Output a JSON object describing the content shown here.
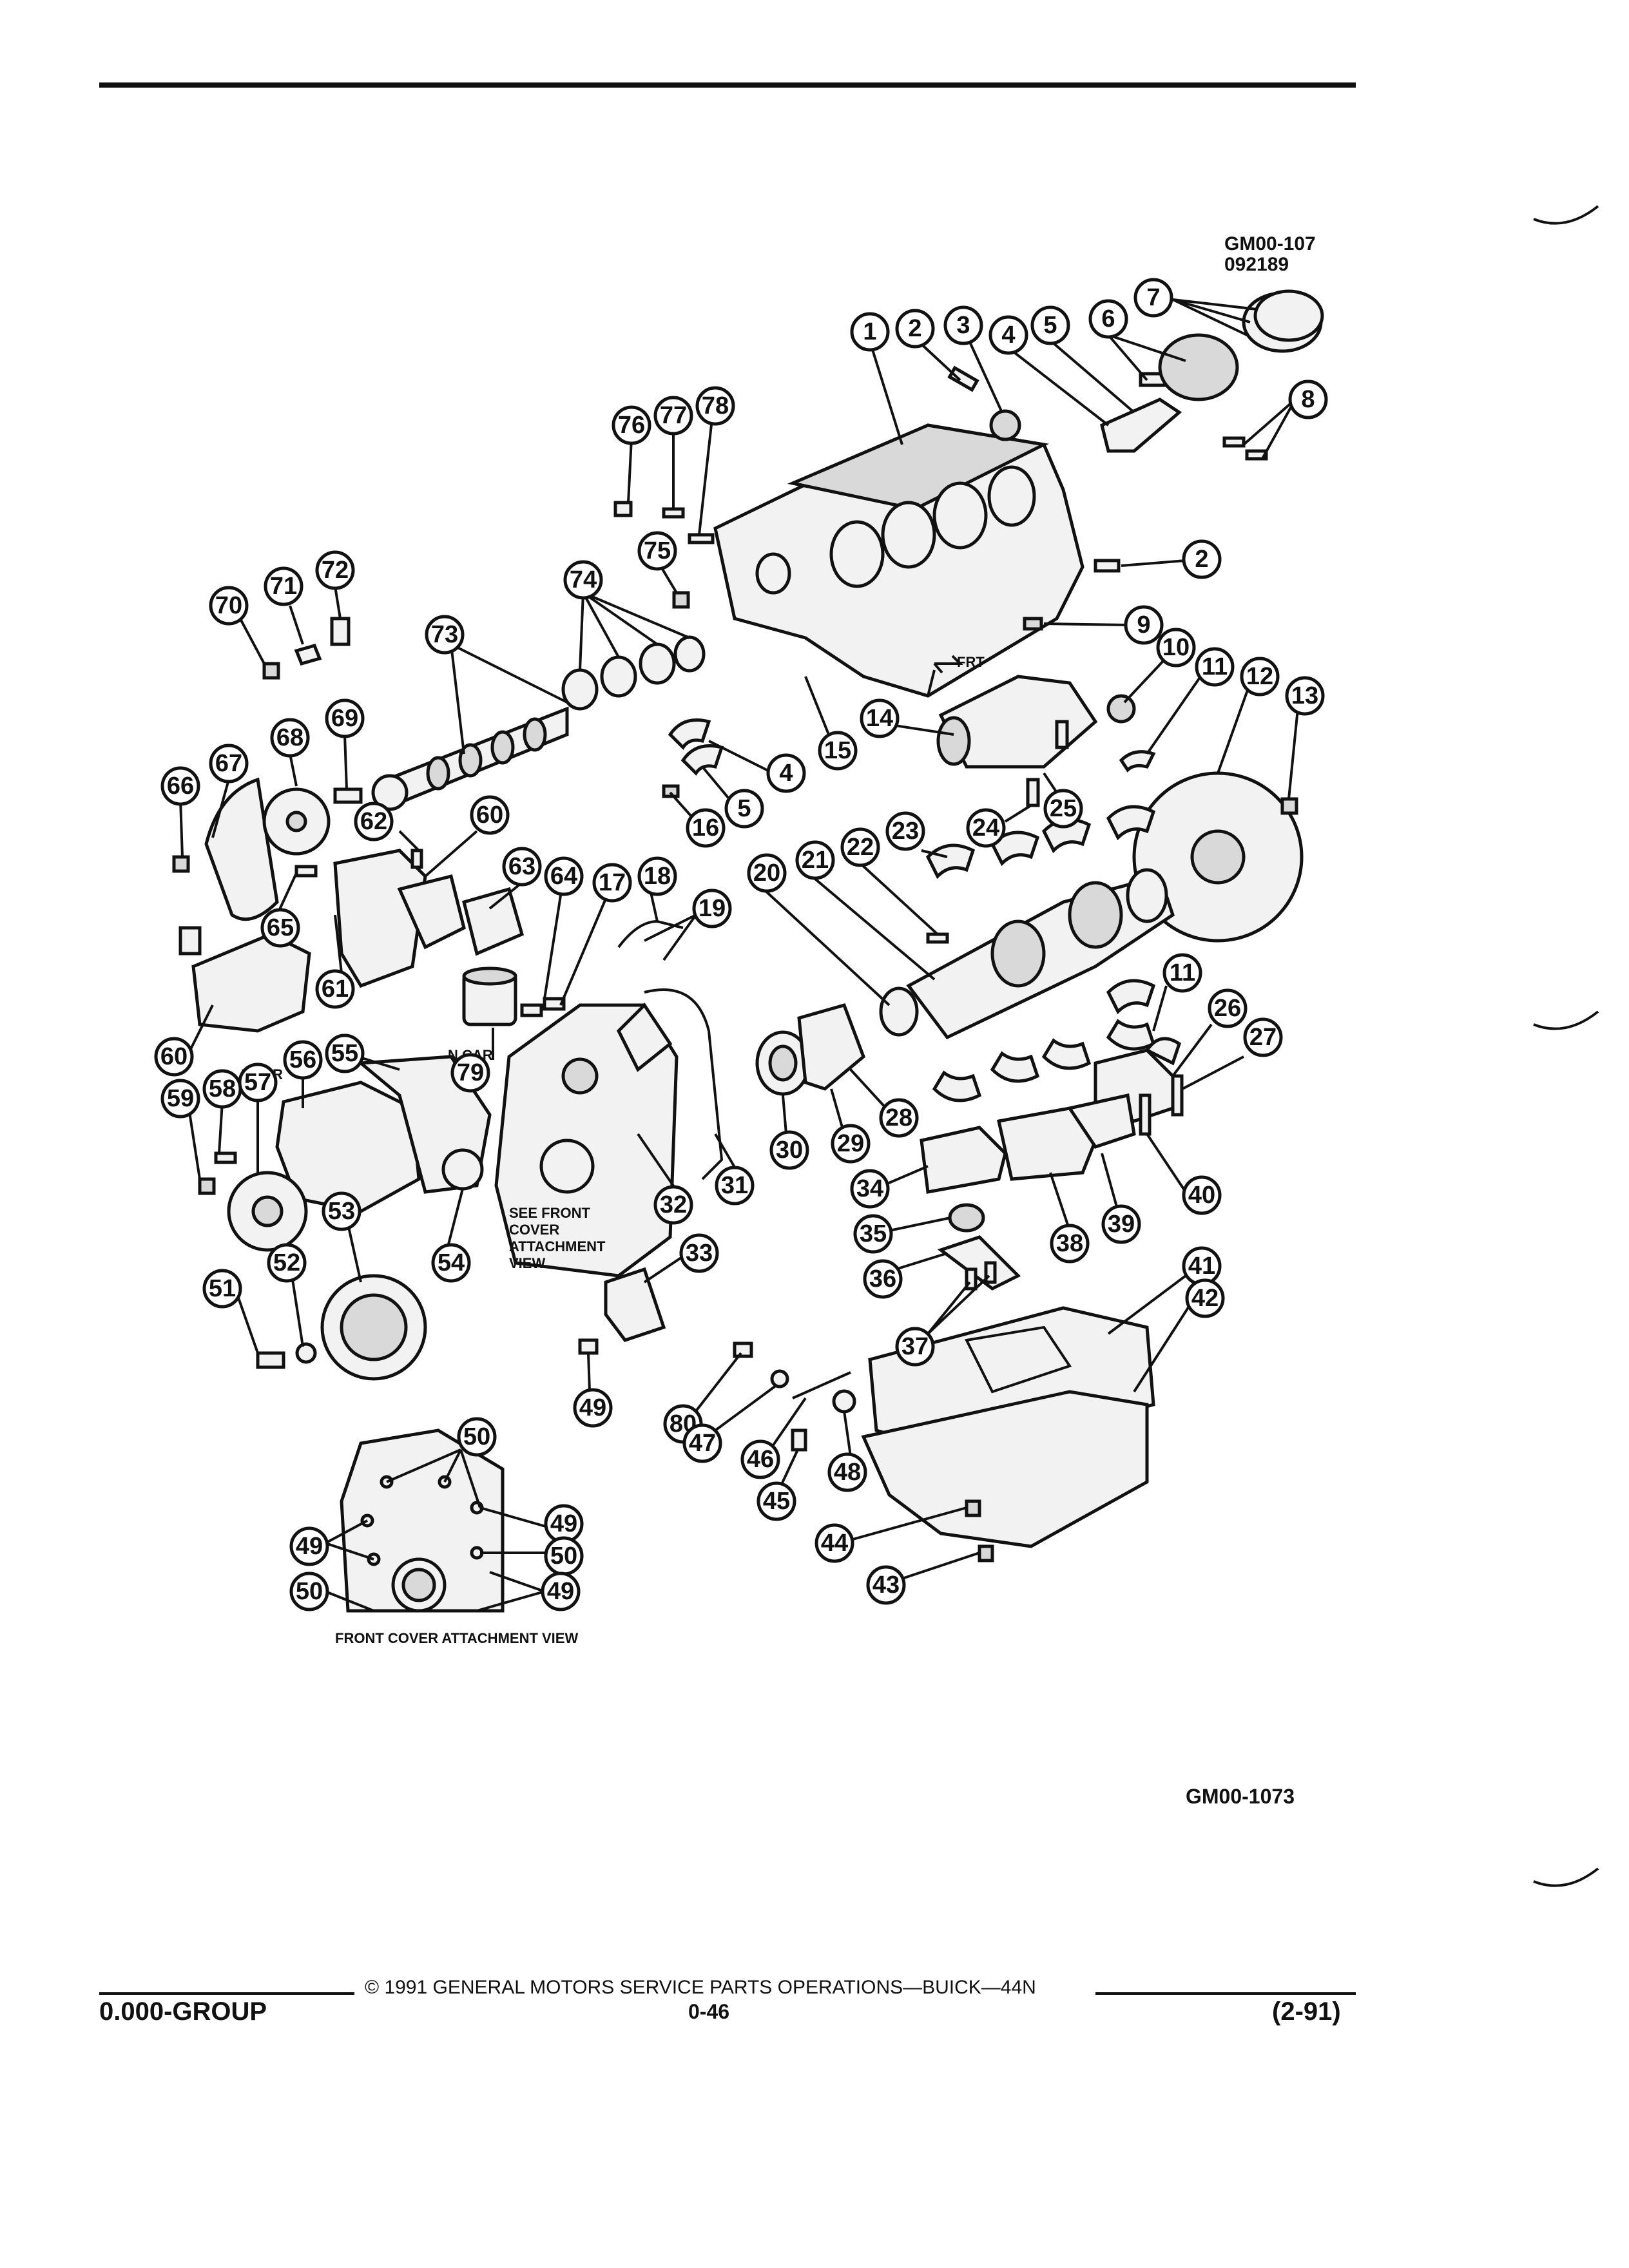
{
  "header": {
    "ref_code_top": "GM00-107",
    "ref_date_top": "092189"
  },
  "diagram": {
    "ref_code_bottom": "GM00-1073",
    "labels": {
      "a_car": "A CAR",
      "n_car": "N CAR",
      "see_front_cover_1": "SEE FRONT",
      "see_front_cover_2": "COVER",
      "see_front_cover_3": "ATTACHMENT",
      "see_front_cover_4": "VIEW",
      "front_cover_view": "FRONT COVER ATTACHMENT VIEW",
      "frt": "FRT"
    },
    "callouts": [
      "1",
      "2",
      "3",
      "4",
      "5",
      "6",
      "7",
      "8",
      "2",
      "9",
      "10",
      "11",
      "12",
      "13",
      "14",
      "15",
      "4",
      "5",
      "16",
      "24",
      "25",
      "70",
      "71",
      "72",
      "73",
      "74",
      "75",
      "76",
      "77",
      "78",
      "66",
      "67",
      "68",
      "69",
      "62",
      "60",
      "63",
      "64",
      "17",
      "18",
      "19",
      "20",
      "21",
      "22",
      "23",
      "65",
      "61",
      "79",
      "60",
      "59",
      "58",
      "57",
      "56",
      "55",
      "11",
      "26",
      "27",
      "28",
      "29",
      "30",
      "31",
      "32",
      "34",
      "40",
      "38",
      "39",
      "35",
      "36",
      "33",
      "54",
      "53",
      "52",
      "51",
      "41",
      "42",
      "37",
      "49",
      "80",
      "47",
      "46",
      "45",
      "48",
      "50",
      "49",
      "49",
      "50",
      "50",
      "49",
      "44",
      "43"
    ]
  },
  "footer": {
    "copyright": "© 1991 GENERAL MOTORS SERVICE PARTS OPERATIONS—BUICK—44N",
    "group": "0.000-GROUP",
    "page_number": "0-46",
    "revision": "(2-91)"
  }
}
